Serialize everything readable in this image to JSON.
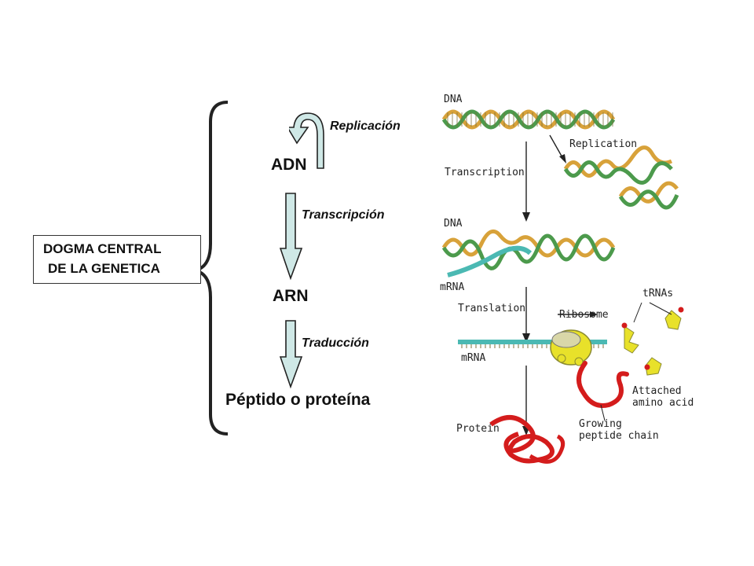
{
  "title": {
    "line1": "DOGMA CENTRAL",
    "line2": "DE LA GENETICA"
  },
  "flow": {
    "dna": "ADN",
    "rna": "ARN",
    "protein": "Péptido o proteína",
    "replication": "Replicación",
    "transcription": "Transcripción",
    "translation": "Traducción"
  },
  "figure": {
    "dna_top": "DNA",
    "replication": "Replication",
    "transcription": "Transcription",
    "dna_mid": "DNA",
    "mrna_mid": "mRNA",
    "translation": "Translation",
    "ribosome": "Ribosome",
    "trnas": "tRNAs",
    "mrna_low": "mRNA",
    "attached_amino_acid": "Attached amino acid",
    "protein": "Protein",
    "growing_chain": "Growing peptide chain"
  },
  "colors": {
    "arrow_fill": "#cfe8e6",
    "dna_gold": "#d8a23a",
    "dna_green": "#4c9a4c",
    "rna_teal": "#4bb9b3",
    "ribosome_yellow": "#e8e12a",
    "protein_red": "#d41c1c"
  }
}
